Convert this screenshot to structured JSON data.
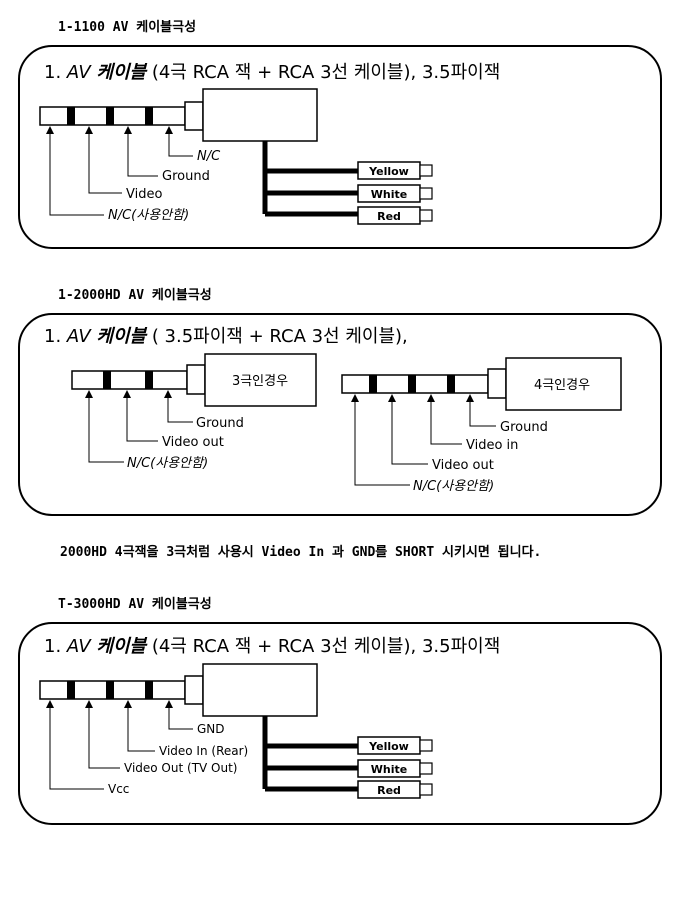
{
  "sections": [
    {
      "title": "1-1100 AV 케이블극성",
      "head": {
        "num": "1.",
        "av": "AV",
        "cable": "케이블",
        "rest": "(4극 RCA 잭  + RCA 3선 케이블), 3.5파이잭"
      },
      "pins": [
        "N/C",
        "Ground",
        "Video",
        "N/C(사용안함)"
      ],
      "rca": [
        "Yellow",
        "White",
        "Red"
      ]
    },
    {
      "title": "1-2000HD AV 케이블극성",
      "head": {
        "num": "1.",
        "av": "AV",
        "cable": "케이블",
        "rest": "( 3.5파이잭  + RCA 3선 케이블),"
      },
      "left_plug": {
        "label": "3극인경우",
        "pins": [
          "Ground",
          "Video out",
          "N/C(사용안함)"
        ]
      },
      "right_plug": {
        "label": "4극인경우",
        "pins": [
          "Ground",
          "Video in",
          "Video out",
          "N/C(사용안함)"
        ]
      }
    },
    {
      "title": "T-3000HD AV 케이블극성",
      "head": {
        "num": "1.",
        "av": "AV",
        "cable": "케이블",
        "rest": "(4극 RCA 잭  + RCA 3선 케이블), 3.5파이잭"
      },
      "pins": [
        "GND",
        "Video In (Rear)",
        "Video Out (TV Out)",
        "Vcc"
      ],
      "rca": [
        "Yellow",
        "White",
        "Red"
      ]
    }
  ],
  "note": "2000HD 4극잭을 3극처럼 사용시 Video In 과 GND를 SHORT 시키시면 됩니다."
}
